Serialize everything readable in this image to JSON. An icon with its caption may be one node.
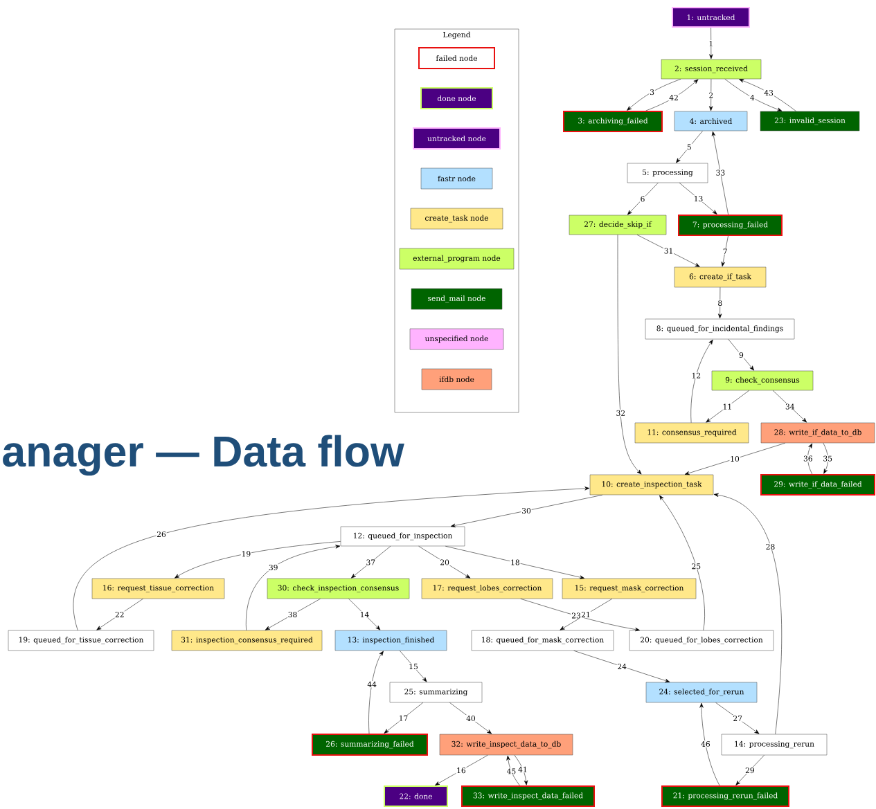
{
  "diagram": {
    "title": "anager — Data flow",
    "nodes": [
      {
        "text": [
          "1: untracked"
        ]
      },
      {
        "text": [
          "2: session_received"
        ]
      },
      {
        "text": [
          "3: archiving_failed"
        ]
      },
      {
        "text": [
          "4: archived"
        ]
      },
      {
        "text": [
          "23: invalid_session"
        ]
      },
      {
        "text": [
          "5: processing"
        ]
      },
      {
        "text": [
          "27: decide_skip_if"
        ]
      },
      {
        "text": [
          "7: processing_failed"
        ]
      },
      {
        "text": [
          "6: create_if_task"
        ]
      },
      {
        "text": [
          "8: queued_for_incidental_findings"
        ]
      },
      {
        "text": [
          "9: check_consensus"
        ]
      },
      {
        "text": [
          "11: consensus_required"
        ]
      },
      {
        "text": [
          "28: write_if_data_to_db"
        ]
      },
      {
        "text": [
          "10: create_inspection_task"
        ]
      },
      {
        "text": [
          "29: write_if_data_failed"
        ]
      },
      {
        "text": [
          "12: queued_for_inspection"
        ]
      },
      {
        "text": [
          "16: request_tissue_correction"
        ]
      },
      {
        "text": [
          "30: check_inspection_consensus"
        ]
      },
      {
        "text": [
          "17: request_lobes_correction"
        ]
      },
      {
        "text": [
          "15: request_mask_correction"
        ]
      },
      {
        "text": [
          "19: queued_for_tissue_correction"
        ]
      },
      {
        "text": [
          "31: inspection_consensus_required"
        ]
      },
      {
        "text": [
          "13: inspection_finished"
        ]
      },
      {
        "text": [
          "18: queued_for_mask_correction"
        ]
      },
      {
        "text": [
          "20: queued_for_lobes_correction"
        ]
      },
      {
        "text": [
          "25: summarizing"
        ]
      },
      {
        "text": [
          "24: selected_for_rerun"
        ]
      },
      {
        "text": [
          "26: summarizing_failed"
        ]
      },
      {
        "text": [
          "32: write_inspect_data_to_db"
        ]
      },
      {
        "text": [
          "14: processing_rerun"
        ]
      },
      {
        "text": [
          "22: done"
        ]
      },
      {
        "text": [
          "33: write_inspect_data_failed"
        ]
      },
      {
        "text": [
          "21: processing_rerun_failed"
        ]
      }
    ],
    "edges": [
      {
        "from": 0,
        "to": 1,
        "arrow": "to",
        "label": "1"
      },
      {
        "from": 1,
        "to": 2,
        "arrow": "to",
        "label": "3"
      },
      {
        "from": 2,
        "to": 1,
        "arrow": "to",
        "label": "42"
      },
      {
        "from": 1,
        "to": 3,
        "arrow": "to",
        "label": "2"
      },
      {
        "from": 1,
        "to": 4,
        "arrow": "to",
        "label": "4"
      },
      {
        "from": 4,
        "to": 1,
        "arrow": "to",
        "label": "43"
      },
      {
        "from": 3,
        "to": 5,
        "arrow": "to",
        "label": "5"
      },
      {
        "from": 7,
        "to": 3,
        "arrow": "to",
        "label": "33"
      },
      {
        "from": 5,
        "to": 6,
        "arrow": "to",
        "label": "6"
      },
      {
        "from": 5,
        "to": 7,
        "arrow": "to",
        "label": "13"
      },
      {
        "from": 6,
        "to": 8,
        "arrow": "to",
        "label": "31"
      },
      {
        "from": 7,
        "to": 8,
        "arrow": "to",
        "label": "7"
      },
      {
        "from": 6,
        "to": 13,
        "arrow": "to",
        "label": "32"
      },
      {
        "from": 8,
        "to": 9,
        "arrow": "to",
        "label": "8"
      },
      {
        "from": 9,
        "to": 10,
        "arrow": "to",
        "label": "9"
      },
      {
        "from": 11,
        "to": 9,
        "arrow": "to",
        "label": "12"
      },
      {
        "from": 10,
        "to": 11,
        "arrow": "to",
        "label": "11"
      },
      {
        "from": 10,
        "to": 12,
        "arrow": "to",
        "label": "34"
      },
      {
        "from": 12,
        "to": 13,
        "arrow": "to",
        "label": "10"
      },
      {
        "from": 14,
        "to": 12,
        "arrow": "to",
        "label": "36"
      },
      {
        "from": 12,
        "to": 14,
        "arrow": "to",
        "label": "35"
      },
      {
        "from": 20,
        "to": 13,
        "arrow": "to",
        "label": "26"
      },
      {
        "from": 13,
        "to": 15,
        "arrow": "to",
        "label": "30"
      },
      {
        "from": 15,
        "to": 16,
        "arrow": "to",
        "label": "19"
      },
      {
        "from": 16,
        "to": 20,
        "arrow": "to",
        "label": "22"
      },
      {
        "from": 21,
        "to": 15,
        "arrow": "to",
        "label": "39"
      },
      {
        "from": 15,
        "to": 17,
        "arrow": "to",
        "label": "37"
      },
      {
        "from": 15,
        "to": 18,
        "arrow": "to",
        "label": "20"
      },
      {
        "from": 15,
        "to": 19,
        "arrow": "to",
        "label": "18"
      },
      {
        "from": 17,
        "to": 21,
        "arrow": "to",
        "label": "38"
      },
      {
        "from": 17,
        "to": 22,
        "arrow": "to",
        "label": "14"
      },
      {
        "from": 18,
        "to": 24,
        "arrow": "to",
        "label": "23"
      },
      {
        "from": 19,
        "to": 23,
        "arrow": "to",
        "label": "21"
      },
      {
        "from": 24,
        "to": 13,
        "arrow": "to",
        "label": "25"
      },
      {
        "from": 29,
        "to": 13,
        "arrow": "to",
        "label": "28"
      },
      {
        "from": 23,
        "to": 26,
        "arrow": "to",
        "label": "24"
      },
      {
        "from": 22,
        "to": 25,
        "arrow": "to",
        "label": "15"
      },
      {
        "from": 27,
        "to": 22,
        "arrow": "to",
        "label": "44"
      },
      {
        "from": 25,
        "to": 27,
        "arrow": "to",
        "label": "17"
      },
      {
        "from": 25,
        "to": 28,
        "arrow": "to",
        "label": "40"
      },
      {
        "from": 28,
        "to": 30,
        "arrow": "to",
        "label": "16"
      },
      {
        "from": 31,
        "to": 28,
        "arrow": "to",
        "label": "45"
      },
      {
        "from": 28,
        "to": 31,
        "arrow": "to",
        "label": "41"
      },
      {
        "from": 26,
        "to": 29,
        "arrow": "to",
        "label": "27"
      },
      {
        "from": 32,
        "to": 26,
        "arrow": "to",
        "label": "46"
      },
      {
        "from": 29,
        "to": 32,
        "arrow": "to",
        "label": "29"
      }
    ],
    "labels": [
      "Legend"
    ],
    "legend": [
      {
        "text": "failed node",
        "color": "#e8100f"
      },
      {
        "text": "done node",
        "color": "#4b0082"
      },
      {
        "text": "untracked node",
        "color": "#4b0082"
      },
      {
        "text": "fastr node",
        "color": "#b3e0ff"
      },
      {
        "text": "create_task node",
        "color": "#ffe88a"
      },
      {
        "text": "external_program node",
        "color": "#ccff66"
      },
      {
        "text": "send_mail node",
        "color": "#006400"
      },
      {
        "text": "unspecified node",
        "color": "#ffb3ff"
      },
      {
        "text": "ifdb node",
        "color": "#ffa07a"
      }
    ]
  }
}
